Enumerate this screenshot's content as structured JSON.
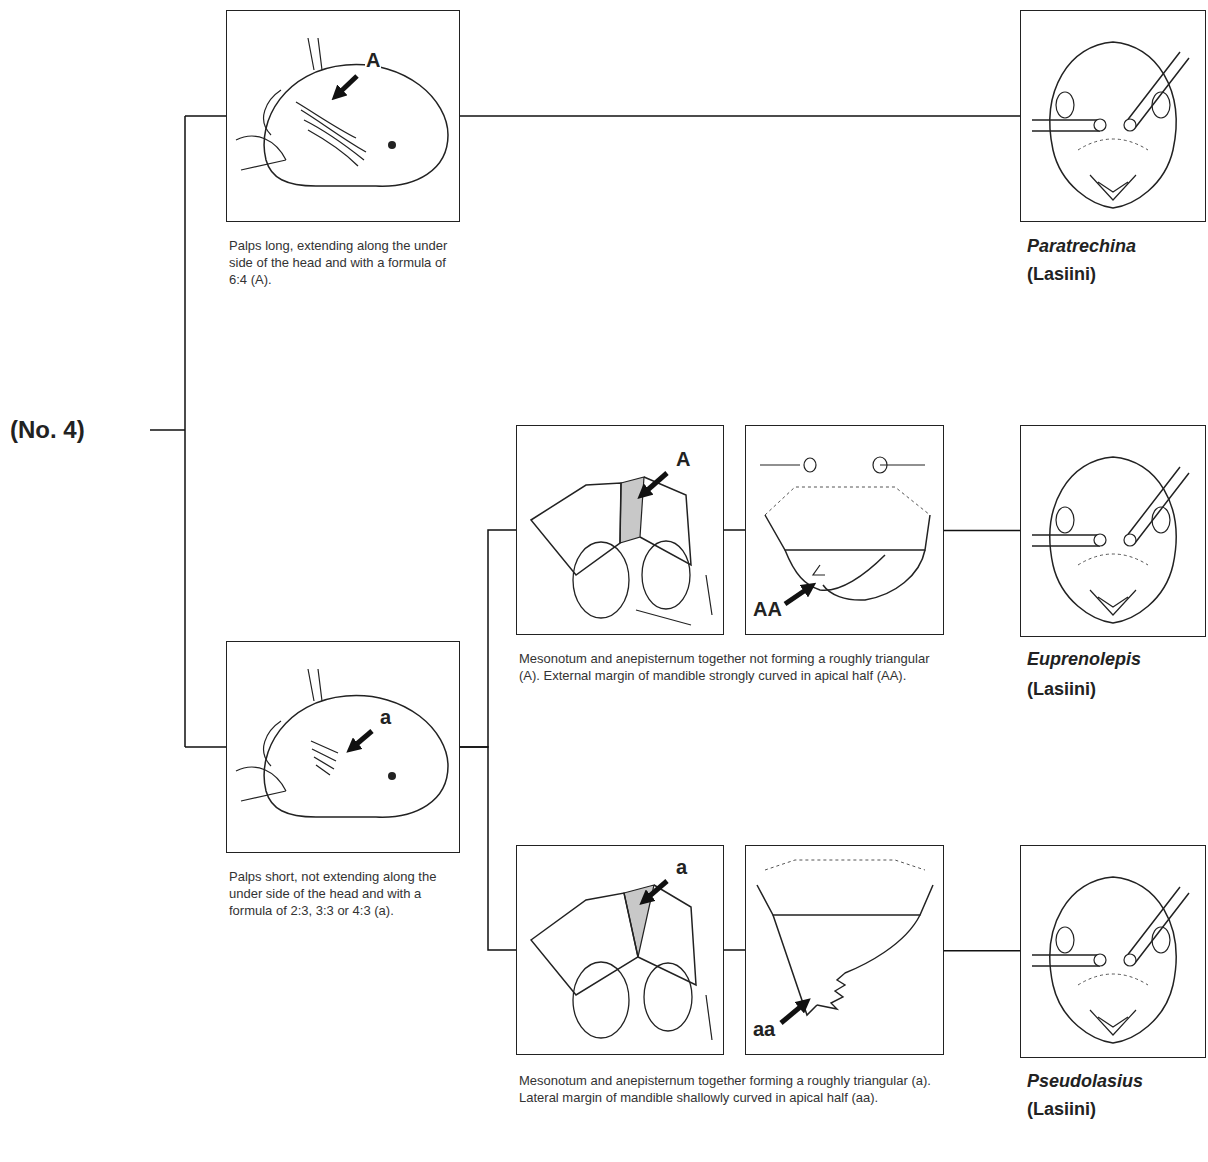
{
  "diagram": {
    "nodes": [
      {
        "text": [
          "A",
          "Palps long, extending along the under side of the head and with a formula of 6:4 (A)."
        ]
      },
      {
        "text": [
          "Paratrechina",
          "(Lasiini)"
        ]
      },
      {
        "text": [
          "a",
          "Palps short, not extending along the under side of the head and with a formula of 2:3, 3:3 or 4:3 (a)."
        ]
      },
      {
        "text": [
          "A",
          "Mesonotum and anepisternum together not forming a roughly triangular (A). External margin of mandible strongly curved in apical half (AA)."
        ]
      },
      {
        "text": [
          "AA"
        ]
      },
      {
        "text": [
          "Euprenolepis",
          "(Lasiini)"
        ]
      },
      {
        "text": [
          "a",
          "Mesonotum and anepisternum together forming a roughly triangular (a). Lateral margin of mandible shallowly curved in apical half (aa)."
        ]
      },
      {
        "text": [
          "aa"
        ]
      },
      {
        "text": [
          "Pseudolasius",
          "(Lasiini)"
        ]
      }
    ],
    "edges": [
      {
        "from": 0,
        "to": 1,
        "arrow": "none"
      },
      {
        "from": 2,
        "to": 3,
        "arrow": "none"
      },
      {
        "from": 2,
        "to": 6,
        "arrow": "none"
      },
      {
        "from": 3,
        "to": 4,
        "arrow": "none"
      },
      {
        "from": 4,
        "to": 5,
        "arrow": "none"
      },
      {
        "from": 6,
        "to": 7,
        "arrow": "none"
      },
      {
        "from": 7,
        "to": 8,
        "arrow": "none"
      }
    ],
    "labels": [
      "(No. 4)"
    ]
  }
}
